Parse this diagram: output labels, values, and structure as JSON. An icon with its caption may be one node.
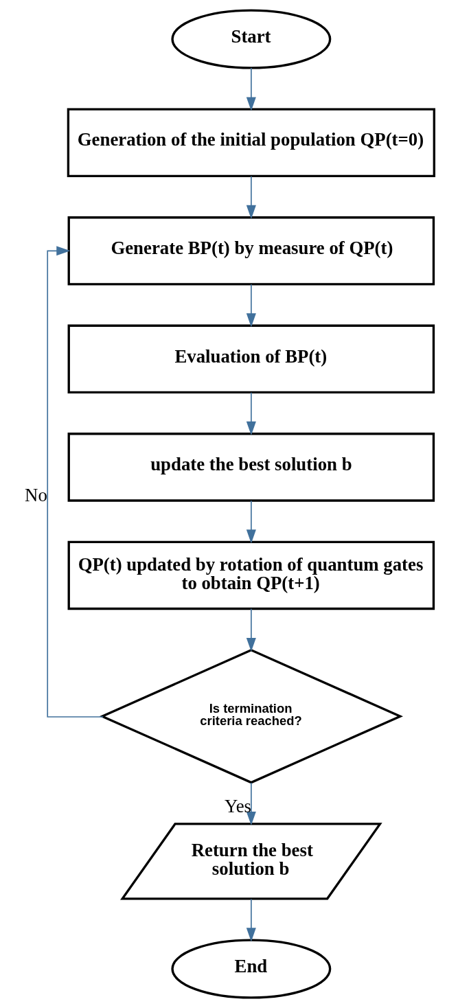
{
  "diagram": {
    "nodes": [
      {
        "text": [
          "Start"
        ]
      },
      {
        "text": [
          "Generation of the initial population QP(t=0)"
        ]
      },
      {
        "text": [
          "Generate BP(t) by measure of QP(t)"
        ]
      },
      {
        "text": [
          "Evaluation of BP(t)"
        ]
      },
      {
        "text": [
          "update the best solution b"
        ]
      },
      {
        "text": [
          "QP(t) updated by rotation of quantum gates to obtain QP(t+1)"
        ]
      },
      {
        "text": [
          "Is termination criteria reached?"
        ]
      },
      {
        "text": [
          "Return the best solution b"
        ]
      },
      {
        "text": [
          "End"
        ]
      }
    ],
    "edges": [
      {
        "from": 0,
        "to": 1,
        "arrow": "to"
      },
      {
        "from": 1,
        "to": 2,
        "arrow": "to"
      },
      {
        "from": 2,
        "to": 3,
        "arrow": "to"
      },
      {
        "from": 3,
        "to": 4,
        "arrow": "to"
      },
      {
        "from": 4,
        "to": 5,
        "arrow": "to"
      },
      {
        "from": 5,
        "to": 6,
        "arrow": "to"
      },
      {
        "from": 6,
        "to": 7,
        "arrow": "to",
        "label": "Yes"
      },
      {
        "from": 6,
        "to": 2,
        "arrow": "to",
        "label": "No"
      },
      {
        "from": 7,
        "to": 8,
        "arrow": "to"
      }
    ]
  }
}
